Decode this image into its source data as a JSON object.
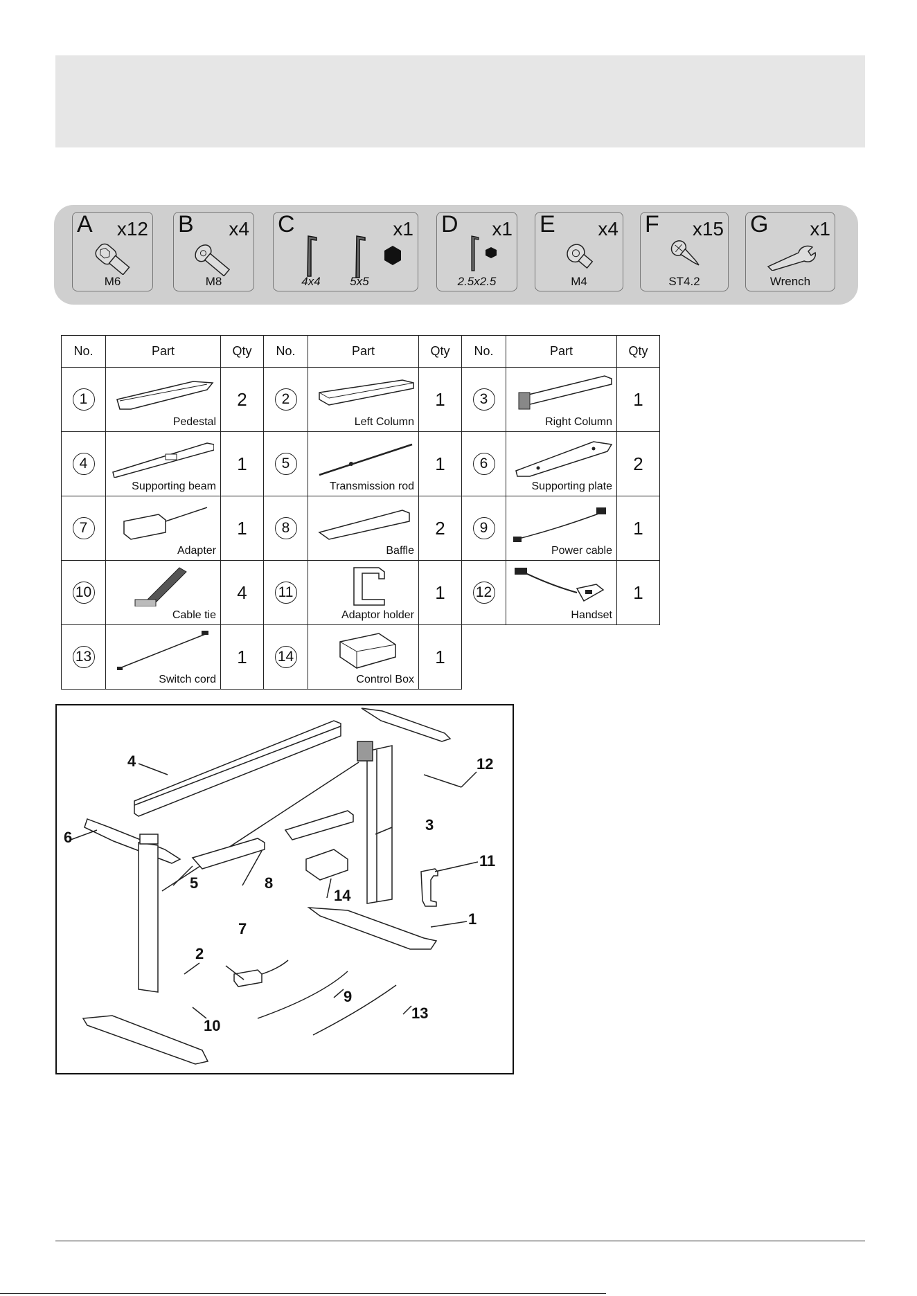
{
  "hardware": [
    {
      "letter": "A",
      "qty": "x12",
      "size": "M6",
      "icon": "cap-screw-icon"
    },
    {
      "letter": "B",
      "qty": "x4",
      "size": "M8",
      "icon": "flat-screw-icon"
    },
    {
      "letter": "C",
      "qty": "x1",
      "sizes": [
        "4x4",
        "5x5"
      ],
      "icon": "allen-key-icon"
    },
    {
      "letter": "D",
      "qty": "x1",
      "size": "2.5x2.5",
      "icon": "allen-key-icon"
    },
    {
      "letter": "E",
      "qty": "x4",
      "size": "M4",
      "icon": "short-screw-icon"
    },
    {
      "letter": "F",
      "qty": "x15",
      "size": "ST4.2",
      "icon": "wood-screw-icon"
    },
    {
      "letter": "G",
      "qty": "x1",
      "size": "Wrench",
      "icon": "wrench-icon"
    }
  ],
  "table": {
    "headers": {
      "no": "No.",
      "part": "Part",
      "qty": "Qty"
    },
    "rows": [
      [
        {
          "no": "1",
          "name": "Pedestal",
          "qty": "2"
        },
        {
          "no": "2",
          "name": "Left Column",
          "qty": "1"
        },
        {
          "no": "3",
          "name": "Right Column",
          "qty": "1"
        }
      ],
      [
        {
          "no": "4",
          "name": "Supporting beam",
          "qty": "1"
        },
        {
          "no": "5",
          "name": "Transmission rod",
          "qty": "1"
        },
        {
          "no": "6",
          "name": "Supporting plate",
          "qty": "2"
        }
      ],
      [
        {
          "no": "7",
          "name": "Adapter",
          "qty": "1"
        },
        {
          "no": "8",
          "name": "Baffle",
          "qty": "2"
        },
        {
          "no": "9",
          "name": "Power cable",
          "qty": "1"
        }
      ],
      [
        {
          "no": "10",
          "name": "Cable tie",
          "qty": "4"
        },
        {
          "no": "11",
          "name": "Adaptor holder",
          "qty": "1"
        },
        {
          "no": "12",
          "name": "Handset",
          "qty": "1"
        }
      ],
      [
        {
          "no": "13",
          "name": "Switch cord",
          "qty": "1"
        },
        {
          "no": "14",
          "name": "Control Box",
          "qty": "1"
        }
      ]
    ]
  },
  "diagram_callouts": [
    "1",
    "2",
    "3",
    "4",
    "5",
    "6",
    "7",
    "8",
    "9",
    "10",
    "11",
    "12",
    "13",
    "14"
  ]
}
